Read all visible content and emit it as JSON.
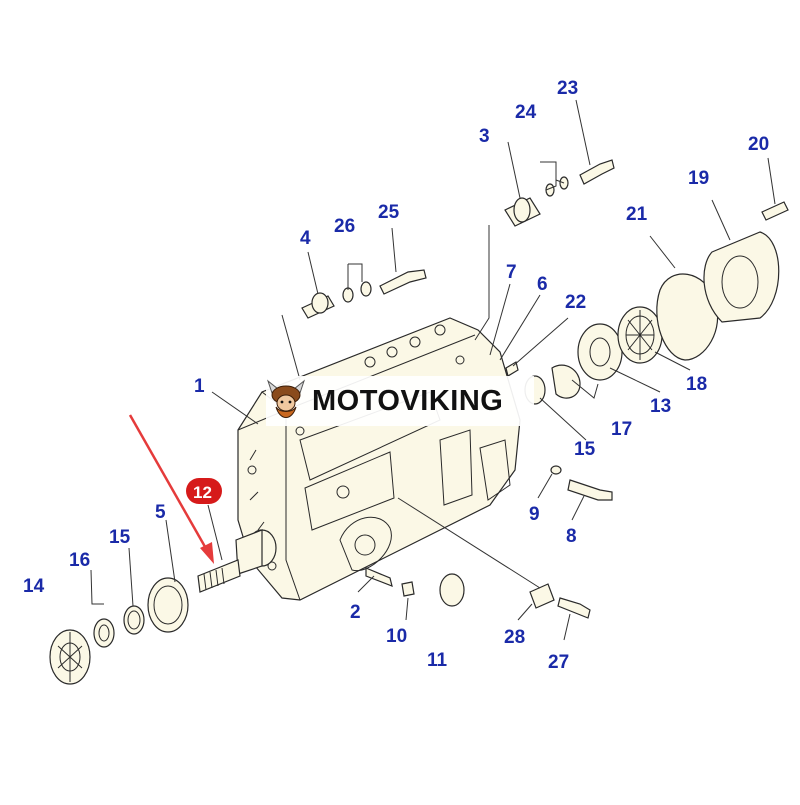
{
  "watermark": {
    "brand_text": "MOTOVIKING"
  },
  "highlighted_callout": "12",
  "colors": {
    "callout": "#1a2aa8",
    "highlight": "#d61a1a",
    "arrow": "#e53b3b",
    "part_fill": "#fbf8e6"
  },
  "callouts": [
    {
      "id": "c1",
      "label": "1"
    },
    {
      "id": "c2",
      "label": "2"
    },
    {
      "id": "c3",
      "label": "3"
    },
    {
      "id": "c4",
      "label": "4"
    },
    {
      "id": "c5",
      "label": "5"
    },
    {
      "id": "c6",
      "label": "6"
    },
    {
      "id": "c7",
      "label": "7"
    },
    {
      "id": "c8",
      "label": "8"
    },
    {
      "id": "c9",
      "label": "9"
    },
    {
      "id": "c10",
      "label": "10"
    },
    {
      "id": "c11",
      "label": "11"
    },
    {
      "id": "c13",
      "label": "13"
    },
    {
      "id": "c14",
      "label": "14"
    },
    {
      "id": "c15a",
      "label": "15"
    },
    {
      "id": "c15b",
      "label": "15"
    },
    {
      "id": "c16",
      "label": "16"
    },
    {
      "id": "c17",
      "label": "17"
    },
    {
      "id": "c18",
      "label": "18"
    },
    {
      "id": "c19",
      "label": "19"
    },
    {
      "id": "c20",
      "label": "20"
    },
    {
      "id": "c21",
      "label": "21"
    },
    {
      "id": "c22",
      "label": "22"
    },
    {
      "id": "c23",
      "label": "23"
    },
    {
      "id": "c24",
      "label": "24"
    },
    {
      "id": "c25",
      "label": "25"
    },
    {
      "id": "c26",
      "label": "26"
    },
    {
      "id": "c27",
      "label": "27"
    },
    {
      "id": "c28",
      "label": "28"
    }
  ]
}
